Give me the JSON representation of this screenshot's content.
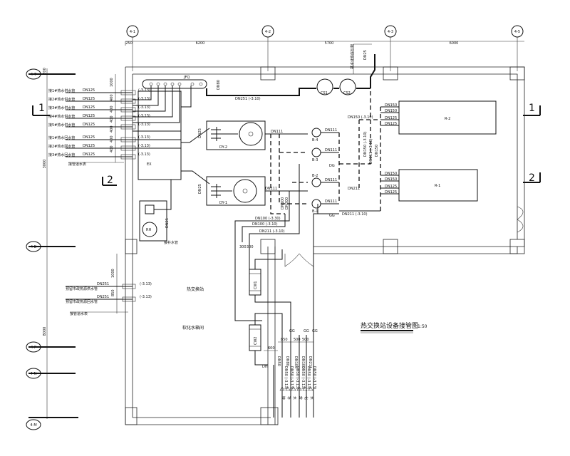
{
  "axes": {
    "top": [
      "4-1",
      "4-2",
      "4-3",
      "4-5"
    ],
    "left": [
      "4-7",
      "4-B",
      "4-P",
      "4-N",
      "4-M"
    ]
  },
  "dims": {
    "top": [
      "250",
      "6200",
      "5700",
      "6000"
    ],
    "left": [
      "3000",
      "8000"
    ],
    "left_small": [
      "200",
      "1000",
      "400",
      "400",
      "400",
      "400",
      "400",
      "400",
      "400",
      "400"
    ],
    "left_small2": [
      "1000",
      "850"
    ],
    "pipe": [
      "850",
      "600",
      "500",
      "500",
      "500"
    ]
  },
  "section_marks": [
    "1",
    "2"
  ],
  "title": "热交换站设备接管图",
  "scale": "1:50",
  "equipment": {
    "jfq": "JFQ",
    "ex": "EX",
    "dy2": "DY-2",
    "dy1": "DY-1",
    "b4": "B-4",
    "b3": "B-3",
    "b2": "B-2",
    "b1": "B-1",
    "cs1": "CS1",
    "cs2": "CS2",
    "r2": "R-2",
    "r1": "R-1",
    "rh": "RH",
    "cw1": "CW1",
    "cw2": "CW2",
    "dh": "DH",
    "dg": "DG",
    "gg": "GG"
  },
  "left_pipes": [
    {
      "label": "接1#热水供水管",
      "size": "DN125",
      "code": "(-3.13)"
    },
    {
      "label": "接2#热水供水管",
      "size": "DN125",
      "code": "(-3.13)"
    },
    {
      "label": "接3#热水供水管",
      "size": "DN125",
      "code": "(-3.13)"
    },
    {
      "label": "接4#热水供水管",
      "size": "DN125",
      "code": "(-3.13)"
    },
    {
      "label": "接5#热水供水管",
      "size": "DN125",
      "code": "(-3.13)"
    },
    {
      "label": "接1#热水回水管",
      "size": "DN125",
      "code": "(-3.13)"
    },
    {
      "label": "接2#热水回水管",
      "size": "DN125",
      "code": "(-3.13)"
    },
    {
      "label": "接3#热水回水管",
      "size": "DN125",
      "code": "(-3.13)"
    }
  ],
  "left_note": "接管道水表",
  "left_pipes2": [
    {
      "label": "预留市政热源供水管",
      "size": "DN251",
      "code": "(-3.13)"
    },
    {
      "label": "预留市政热源回水管",
      "size": "DN251",
      "code": "(-3.13)"
    }
  ],
  "left_note2": "接管道水表",
  "room_labels": [
    "热交换站",
    "软化水箱间"
  ],
  "pipe_labels": {
    "top_main": "DN251 (-3.10)",
    "dn80": "DN80",
    "dn1001": "DN100",
    "dn2001": "DN200",
    "dn150_1": "DN150 (-3.10)",
    "dn150_2": "DN150 (-3.10)",
    "dn211_1": "DN211 (-3.10)",
    "dn211_2": "DN211 (-3.10)",
    "b_out": "DN100 (-3.30)",
    "dn1001b": "DN100",
    "dn2001b": "DN200",
    "dn211c": "DN211 (-3.10)",
    "right_top": "接冷却塔补水管",
    "rh_note": "接补水管",
    "r_in": [
      "DN150",
      "DN150",
      "DN125",
      "DN125"
    ],
    "r1_in": [
      "DN150",
      "DN150",
      "DN125",
      "DN125"
    ],
    "bottom": [
      "DN50 (-3.13)",
      "DN50 (-3.13)",
      "DN50 (-3.13)",
      "DN50 (-3.13)",
      "DN50 (-3.13)",
      "DN50 (-3.13)"
    ],
    "bottom_notes": [
      "接",
      "补",
      "水",
      "软",
      "化",
      "水"
    ]
  }
}
